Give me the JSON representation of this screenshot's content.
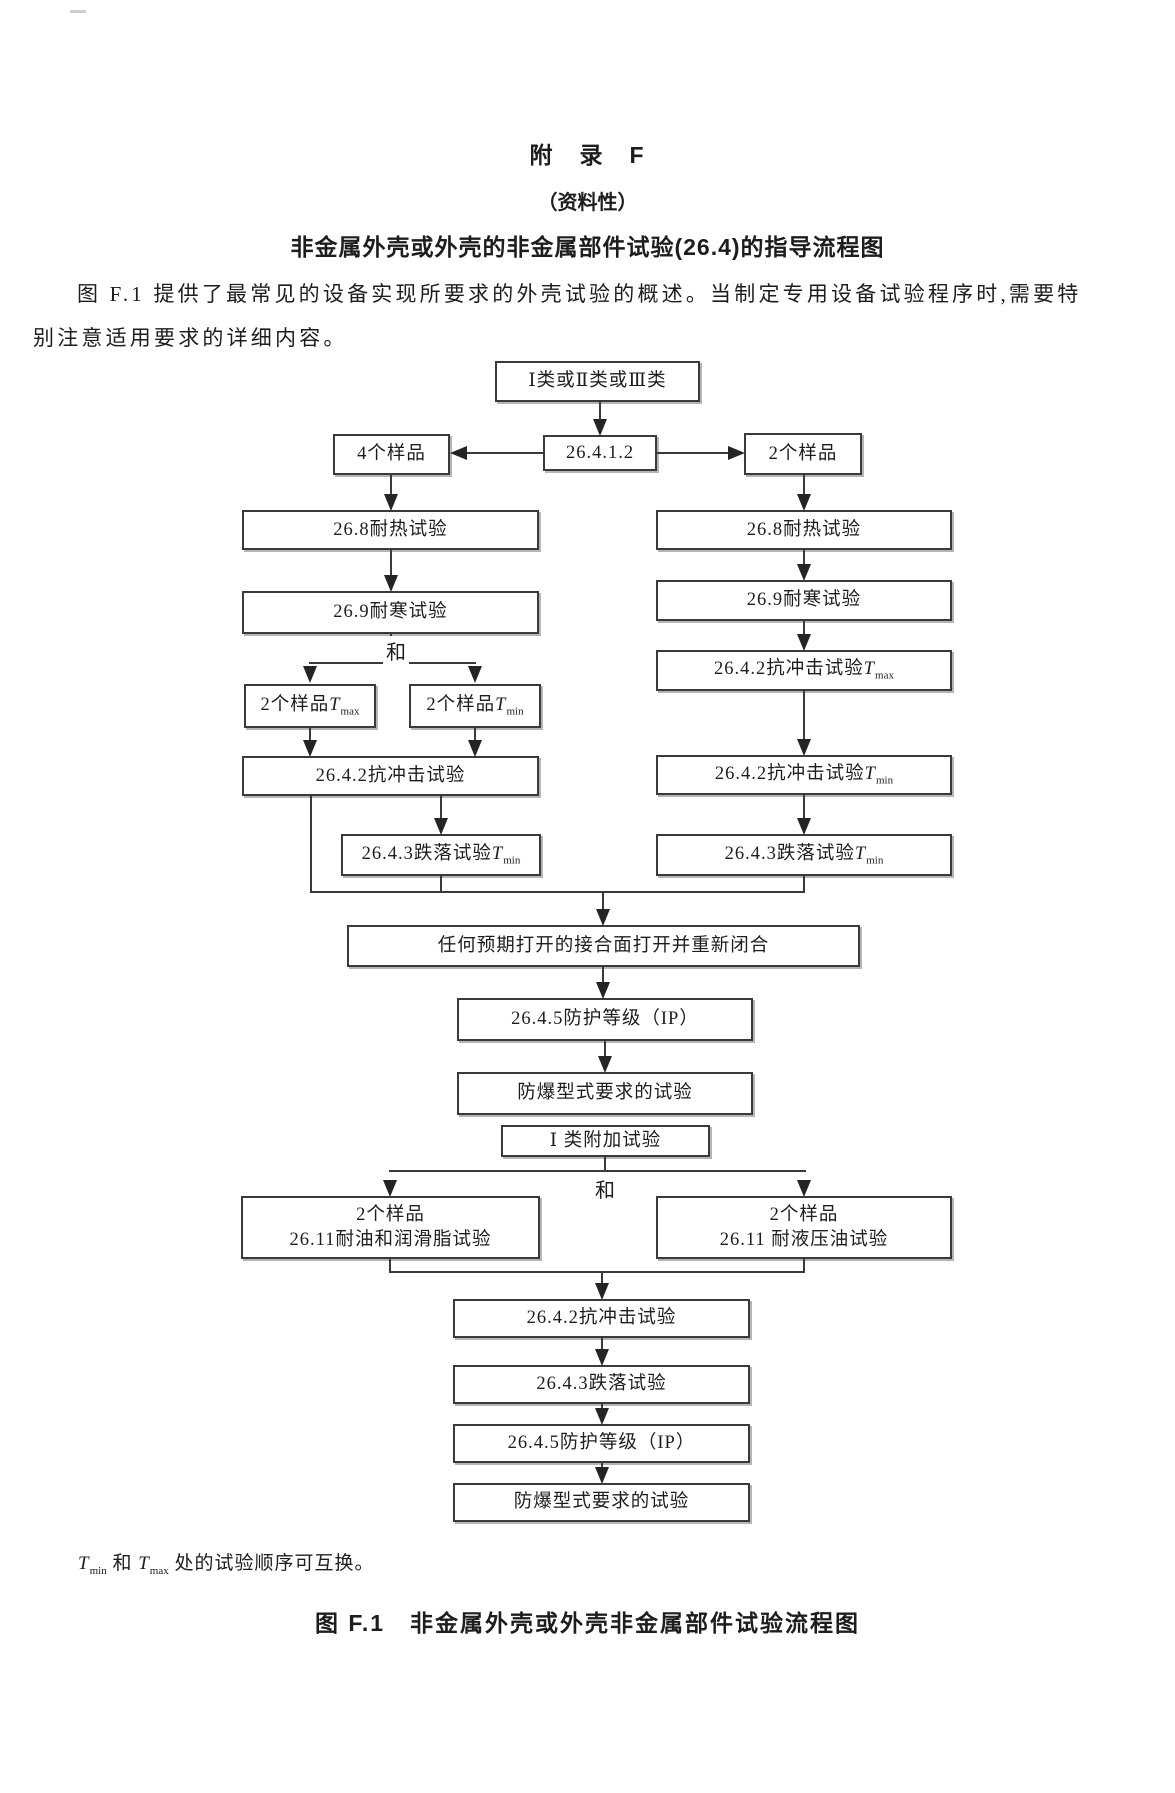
{
  "page": {
    "appendix_title": "附　录　F",
    "appendix_subtitle": "（资料性）",
    "appendix_heading": "非金属外壳或外壳的非金属部件试验(26.4)的指导流程图",
    "paragraph_line1": "图 F.1 提供了最常见的设备实现所要求的外壳试验的概述。当制定专用设备试验程序时,需要特",
    "paragraph_line2": "别注意适用要求的详细内容。",
    "note": {
      "t1": "T",
      "s1": "min",
      "mid": " 和 ",
      "t2": "T",
      "s2": "max",
      "tail": " 处的试验顺序可互换。"
    },
    "figure_caption": "图 F.1　非金属外壳或外壳非金属部件试验流程图"
  },
  "flowchart": {
    "and_label_top": "和",
    "and_label_bottom": "和",
    "nodes": {
      "A": {
        "label": "Ⅰ类或Ⅱ类或Ⅲ类"
      },
      "B": {
        "label": "26.4.1.2"
      },
      "L0": {
        "label": "4个样品"
      },
      "R0": {
        "label": "2个样品"
      },
      "L1": {
        "label": "26.8耐热试验"
      },
      "R1": {
        "label": "26.8耐热试验"
      },
      "L2": {
        "label": "26.9耐寒试验"
      },
      "R2": {
        "label": "26.9耐寒试验"
      },
      "R3": {
        "prefix": "26.4.2抗冲击试验",
        "tvar": "T",
        "tsub": "max"
      },
      "LS1": {
        "prefix": "2个样品",
        "tvar": "T",
        "tsub": "max"
      },
      "LS2": {
        "prefix": "2个样品",
        "tvar": "T",
        "tsub": "min"
      },
      "L3": {
        "label": "26.4.2抗冲击试验"
      },
      "R4": {
        "prefix": "26.4.2抗冲击试验",
        "tvar": "T",
        "tsub": "min"
      },
      "L4": {
        "prefix": "26.4.3跌落试验",
        "tvar": "T",
        "tsub": "min"
      },
      "R5": {
        "prefix": "26.4.3跌落试验",
        "tvar": "T",
        "tsub": "min"
      },
      "M1": {
        "label": "任何预期打开的接合面打开并重新闭合"
      },
      "M2": {
        "label": "26.4.5防护等级（IP）"
      },
      "M3": {
        "label": "防爆型式要求的试验"
      },
      "M4": {
        "label": "Ⅰ 类附加试验"
      },
      "BL": {
        "line1": "2个样品",
        "line2": "26.11耐油和润滑脂试验"
      },
      "BR": {
        "line1": "2个样品",
        "line2": "26.11 耐液压油试验"
      },
      "M5": {
        "label": "26.4.2抗冲击试验"
      },
      "M6": {
        "label": "26.4.3跌落试验"
      },
      "M7": {
        "label": "26.4.5防护等级（IP）"
      },
      "M8": {
        "label": "防爆型式要求的试验"
      }
    }
  }
}
